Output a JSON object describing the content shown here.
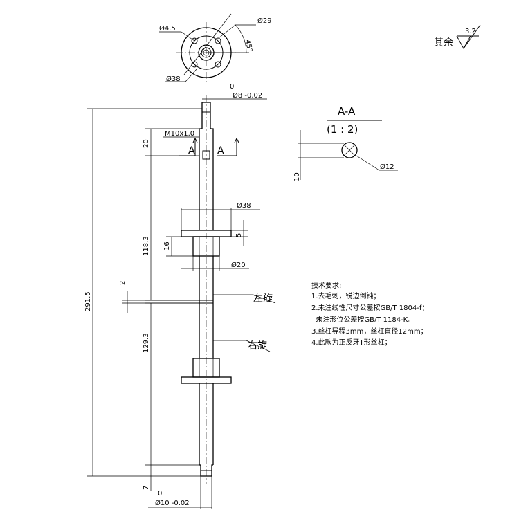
{
  "flange_view": {
    "hole_dia": "Ø4.5",
    "outer_dia": "Ø29",
    "bolt_circle": "Ø38",
    "angle": "45°"
  },
  "roughness": {
    "label": "其余",
    "value": "3.2"
  },
  "section": {
    "title": "A-A",
    "scale": "(1 : 2)",
    "dia": "Ø12",
    "flat": "10"
  },
  "dims": {
    "top_end_upper": "0",
    "top_end": "Ø8 -0.02",
    "thread": "M10x1.0",
    "section_mark": "A",
    "len_20": "20",
    "nut_flange": "Ø38",
    "nut_5": "5",
    "nut_16": "16",
    "nut_body": "Ø20",
    "len_118": "118.3",
    "total": "291.5",
    "gap": "2",
    "len_129": "129.3",
    "len_7": "7",
    "bottom_end_upper": "0",
    "bottom_end": "Ø10 -0.02"
  },
  "callouts": {
    "left_hand": "左旋",
    "right_hand": "右旋"
  },
  "notes": {
    "title": "技术要求:",
    "items": [
      "1.去毛刺，锐边倒钝；",
      "2.未注线性尺寸公差按GB/T 1804-f；",
      "  未注形位公差按GB/T 1184-K。",
      "3.丝杠导程3mm，丝杠直径12mm；",
      "4.此款为正反牙T形丝杠；"
    ]
  }
}
